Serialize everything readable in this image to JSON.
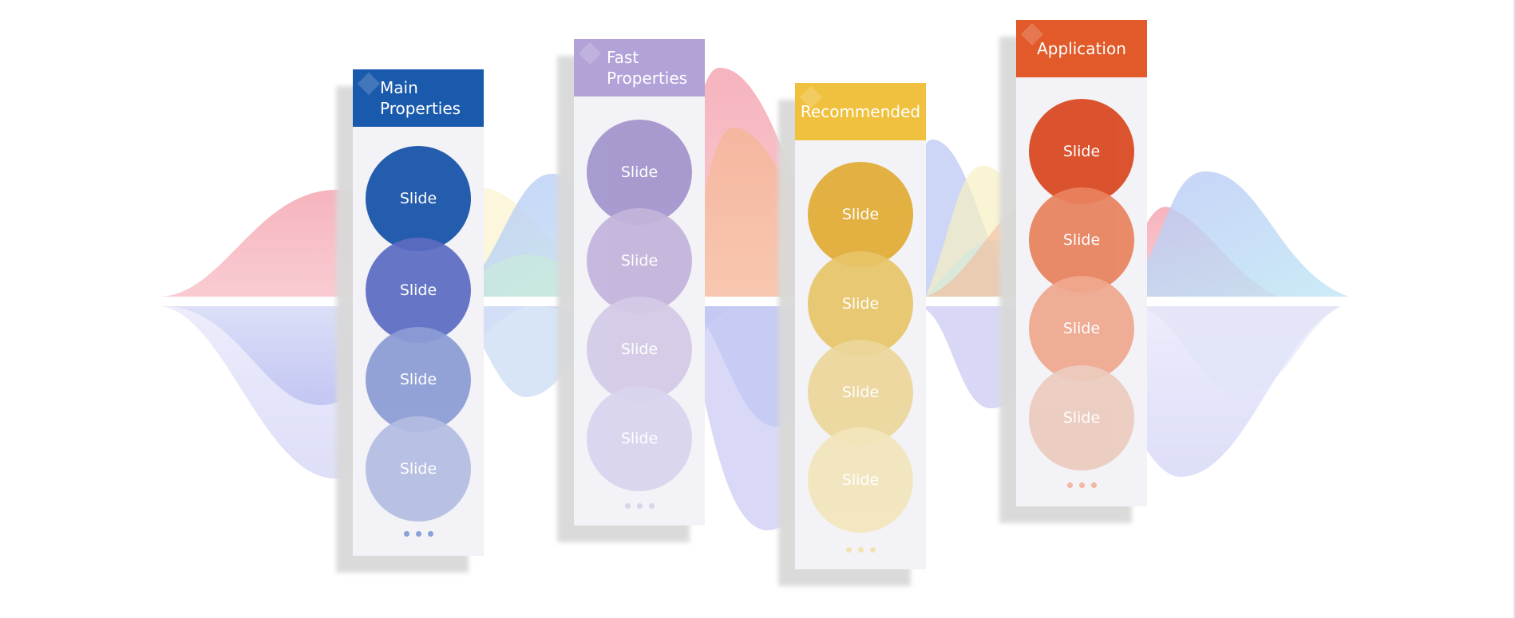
{
  "colors": {
    "main": "#1a5aac",
    "fast": "#b2a2d8",
    "recommended": "#f0c13e",
    "application": "#e25a2a"
  },
  "columns": [
    {
      "title": "Main Properties",
      "circle_labels": [
        "Slide",
        "Slide",
        "Slide",
        "Slide"
      ],
      "circle_colors": [
        "#1552a8",
        "#5c6cc2",
        "#8c9cd4",
        "#b4bde2"
      ],
      "dot_color": "#8aa0d8",
      "more_indicator": "more-dots"
    },
    {
      "title": "Fast Properties",
      "circle_labels": [
        "Slide",
        "Slide",
        "Slide",
        "Slide"
      ],
      "circle_colors": [
        "#a394cb",
        "#c3b4db",
        "#d4cae6",
        "#d9d4ee"
      ],
      "dot_color": "#d8d4ea",
      "more_indicator": "more-dots"
    },
    {
      "title": "Recommended",
      "circle_labels": [
        "Slide",
        "Slide",
        "Slide",
        "Slide"
      ],
      "circle_colors": [
        "#e2ac35",
        "#e8c568",
        "#ecd79a",
        "#f3e6bc"
      ],
      "dot_color": "#f3e3b0",
      "more_indicator": "more-dots"
    },
    {
      "title": "Application",
      "circle_labels": [
        "Slide",
        "Slide",
        "Slide",
        "Slide"
      ],
      "circle_colors": [
        "#d9471f",
        "#e8825e",
        "#f0a88e",
        "#eccbbd"
      ],
      "dot_color": "#f2b6a2",
      "more_indicator": "more-dots"
    }
  ]
}
